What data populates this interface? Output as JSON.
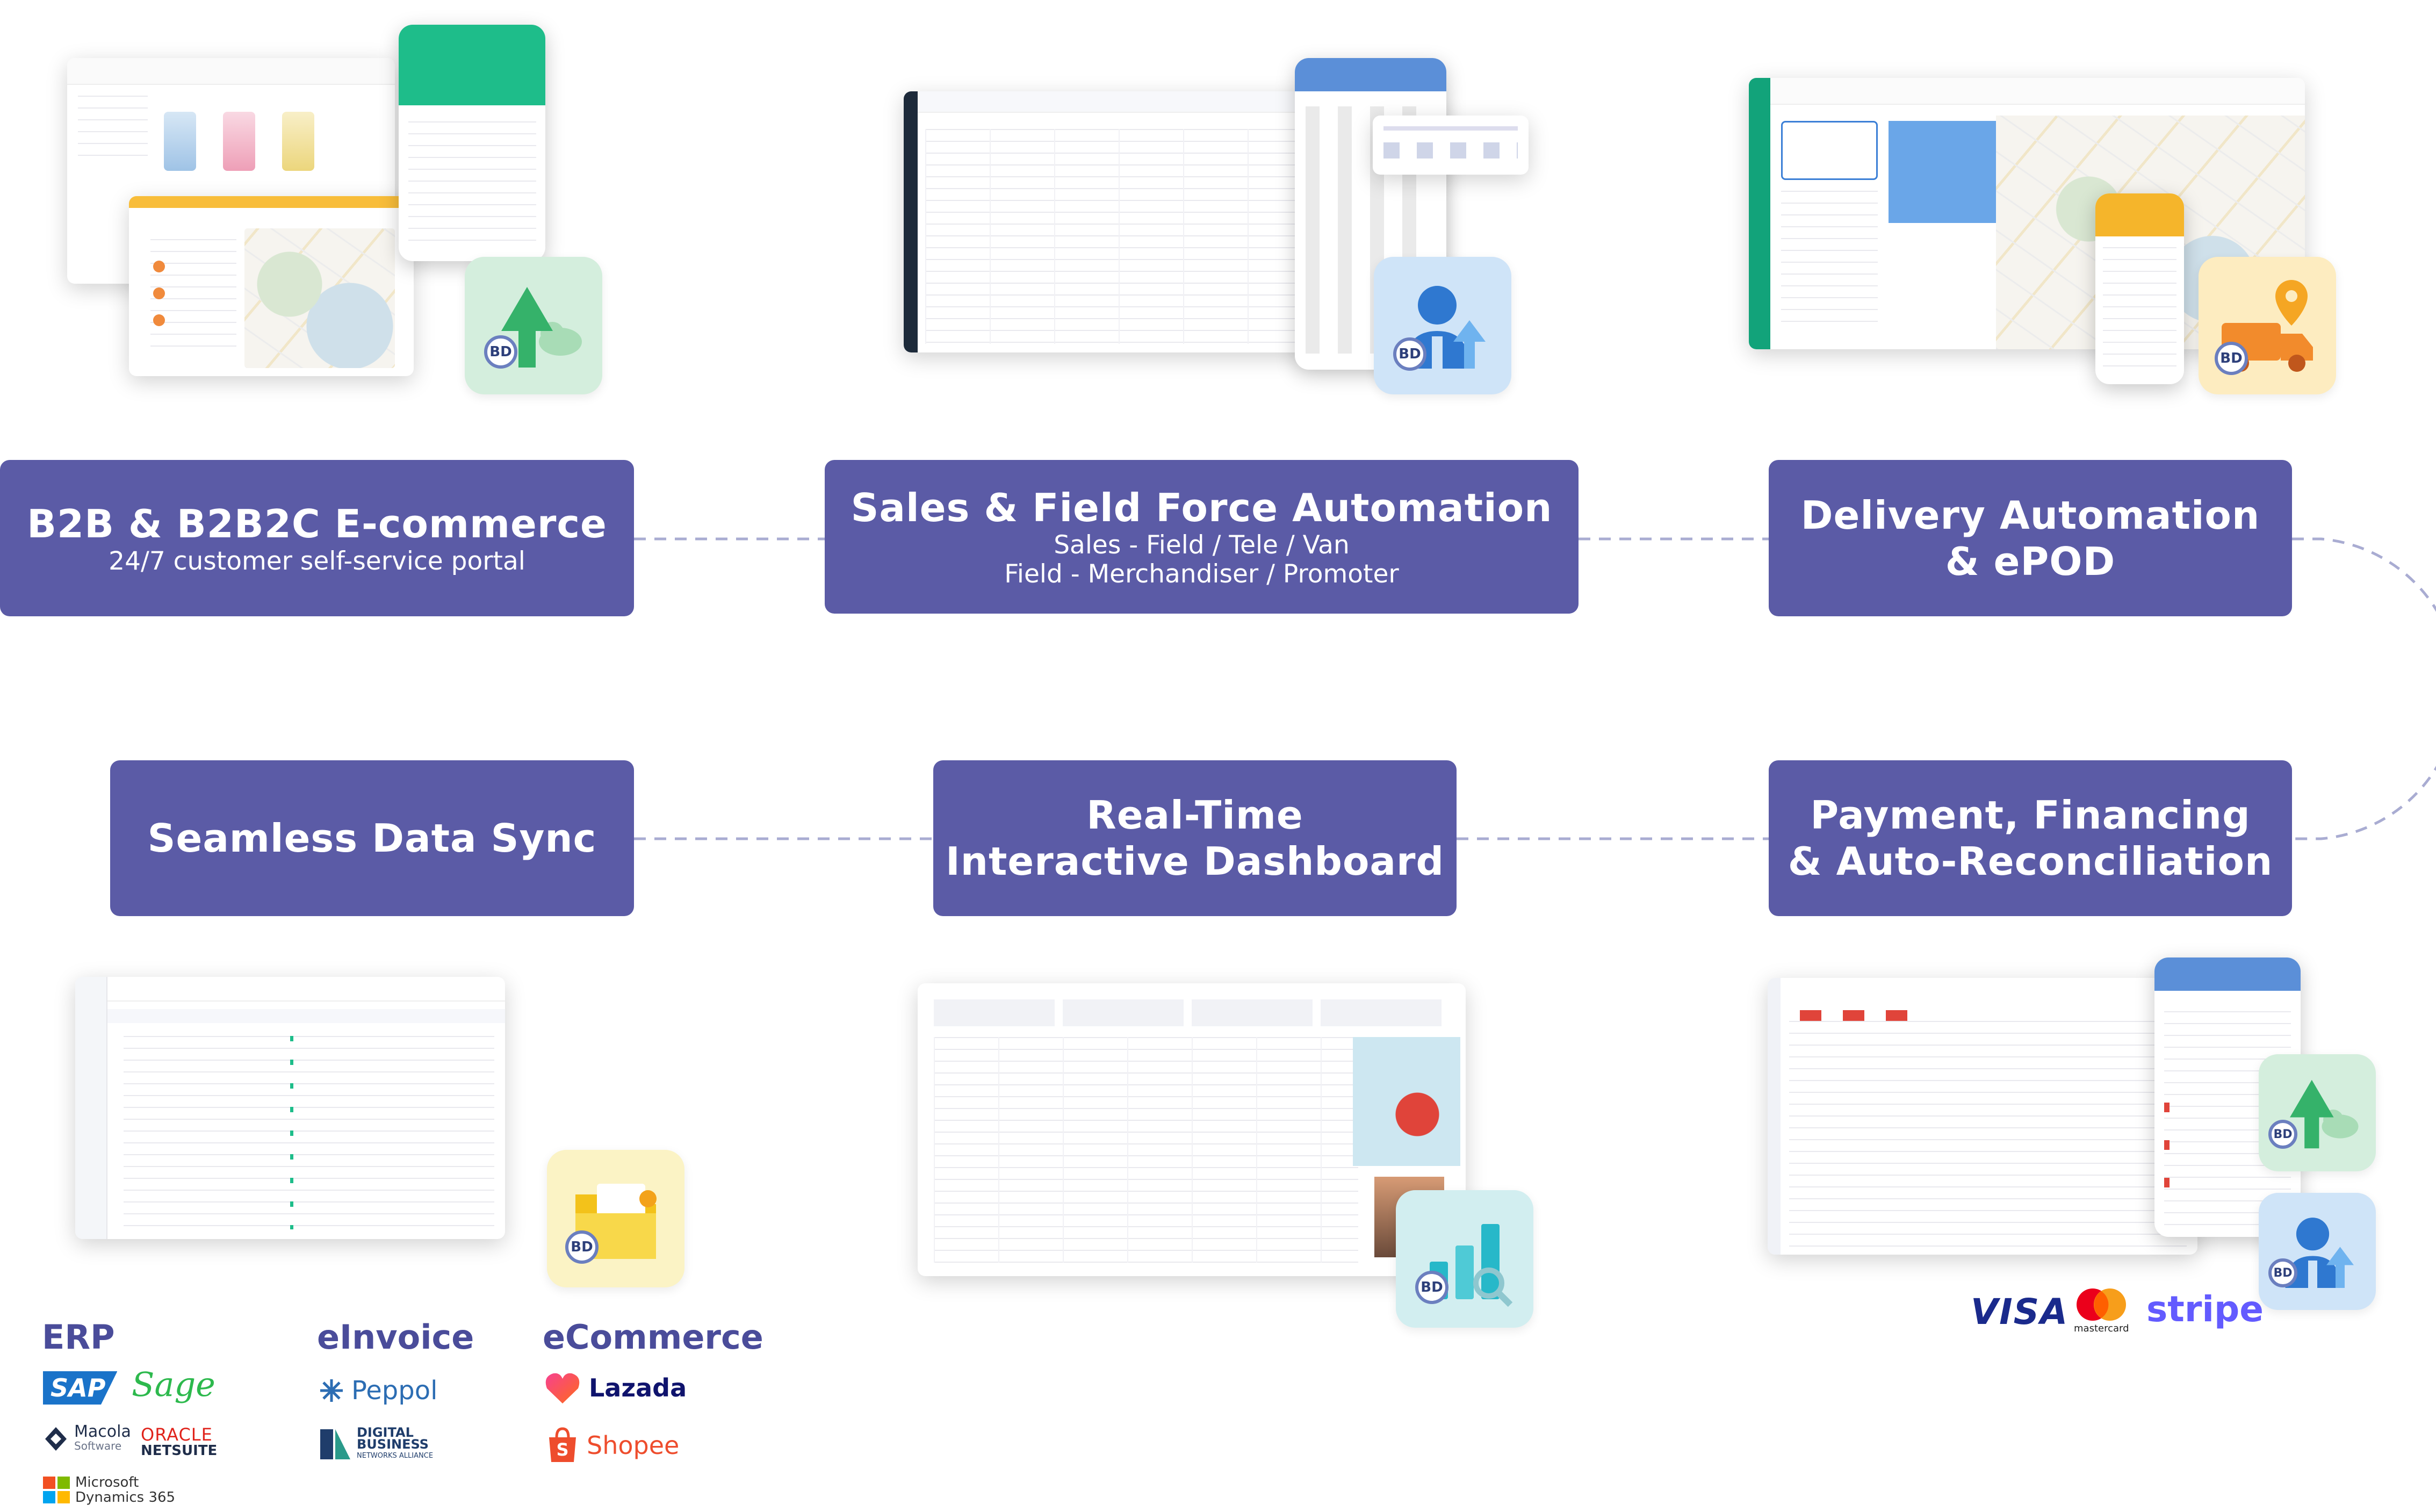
{
  "modules": {
    "ecommerce": {
      "title": "B2B & B2B2C E-commerce",
      "subtitle": "24/7 customer self-service portal"
    },
    "sales": {
      "title": "Sales & Field Force Automation",
      "subtitle1": "Sales - Field / Tele / Van",
      "subtitle2": "Field - Merchandiser / Promoter"
    },
    "delivery": {
      "title1": "Delivery Automation",
      "title2": "& ePOD"
    },
    "datasync": {
      "title": "Seamless Data Sync"
    },
    "dashboard": {
      "title1": "Real-Time",
      "title2": "Interactive Dashboard"
    },
    "payment": {
      "title1": "Payment, Financing",
      "title2": "& Auto-Reconciliation"
    }
  },
  "integrations": {
    "erp": {
      "heading": "ERP",
      "logos": [
        "SAP",
        "Sage",
        "Macola",
        "Software",
        "ORACLE",
        "NETSUITE",
        "Microsoft",
        "Dynamics 365"
      ]
    },
    "einvoice": {
      "heading": "eInvoice",
      "logos": [
        "Peppol",
        "DIGITAL",
        "BUSINESS",
        "NETWORKS ALLIANCE"
      ]
    },
    "ecommerce": {
      "heading": "eCommerce",
      "logos": [
        "Lazada",
        "Shopee"
      ]
    }
  },
  "payments": {
    "logos": [
      "VISA",
      "mastercard",
      "stripe"
    ]
  },
  "badge_label": "BD",
  "colors": {
    "module_bg": "#5b5ba6",
    "brand_green": "#1ebd8a",
    "brand_blue": "#4a8ee0",
    "brand_orange": "#f5a623",
    "brand_yellow": "#f4d44a",
    "brand_teal": "#27b8c9"
  }
}
